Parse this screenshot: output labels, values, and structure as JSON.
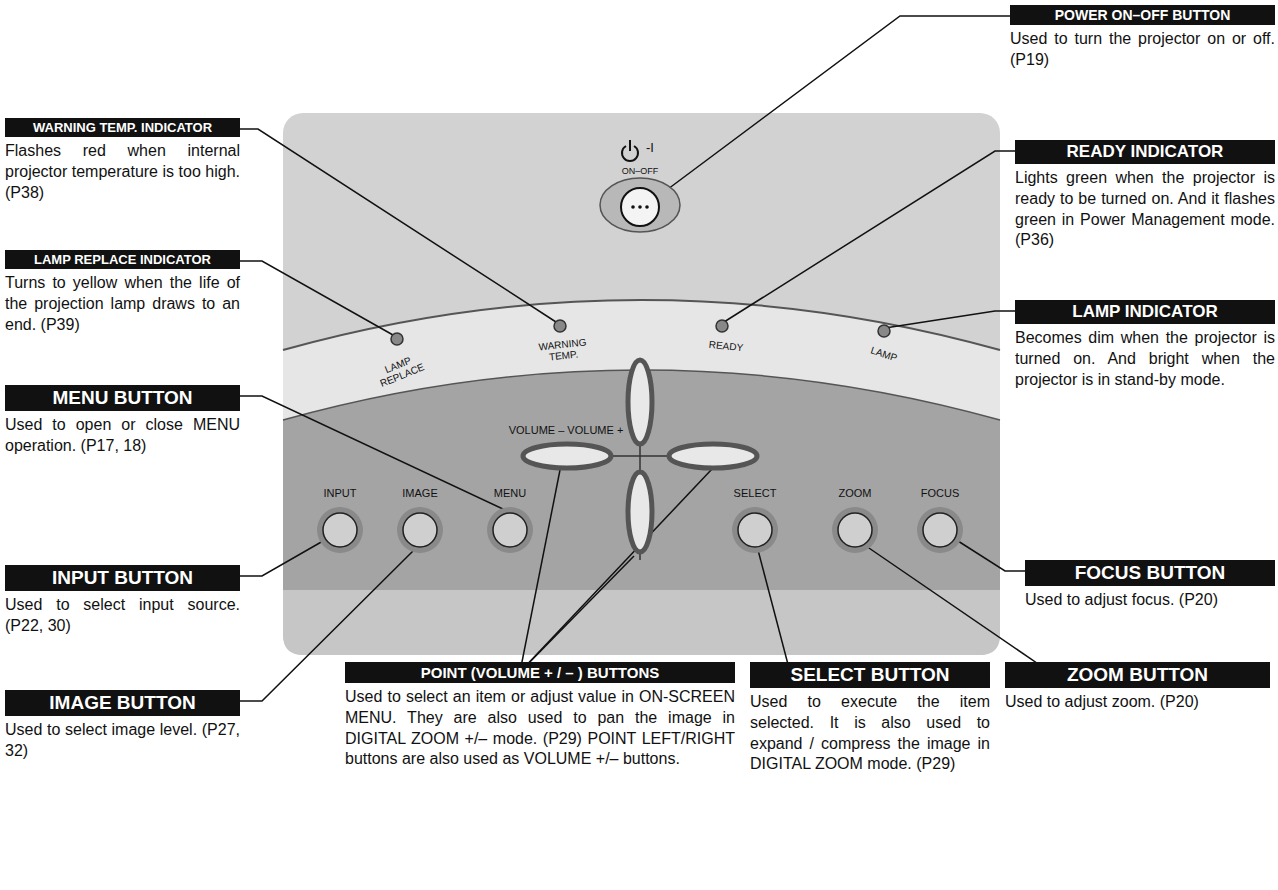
{
  "diagram": {
    "nodes": [
      {
        "text": [
          "POWER ON–OFF BUTTON",
          "Used to turn the projector on or off. (P19)"
        ]
      },
      {
        "text": [
          "WARNING TEMP. INDICATOR",
          "Flashes red when internal projector temperature is too high. (P38)"
        ]
      },
      {
        "text": [
          "READY INDICATOR",
          "Lights green when the projector is ready to be turned on. And it flashes green in Power Management mode. (P36)"
        ]
      },
      {
        "text": [
          "LAMP REPLACE INDICATOR",
          "Turns to yellow when the life of the projection lamp draws to an end. (P39)"
        ]
      },
      {
        "text": [
          "LAMP INDICATOR",
          "Becomes dim when the projector is turned on. And bright when the projector is in stand-by mode."
        ]
      },
      {
        "text": [
          "MENU BUTTON",
          "Used to open or close MENU operation. (P17, 18)"
        ]
      },
      {
        "text": [
          "FOCUS BUTTON",
          "Used to adjust focus. (P20)"
        ]
      },
      {
        "text": [
          "INPUT BUTTON",
          "Used to select input source. (P22, 30)"
        ]
      },
      {
        "text": [
          "POINT (VOLUME + / – ) BUTTONS",
          "Used to select an item or adjust value in ON-SCREEN MENU. They are also used to pan the image in DIGITAL ZOOM +/– mode. (P29) POINT LEFT/RIGHT buttons are also used as VOLUME +/– buttons."
        ]
      },
      {
        "text": [
          "SELECT BUTTON",
          "Used to execute the item selected. It is also used to expand / compress the image in DIGITAL ZOOM mode. (P29)"
        ]
      },
      {
        "text": [
          "ZOOM BUTTON",
          "Used to adjust zoom. (P20)"
        ]
      },
      {
        "text": [
          "IMAGE BUTTON",
          "Used to select image level. (P27, 32)"
        ]
      }
    ],
    "labels": [
      "-I",
      "ON–OFF",
      "LAMP REPLACE",
      "WARNING TEMP.",
      "READY",
      "LAMP",
      "VOLUME – VOLUME +",
      "INPUT",
      "IMAGE",
      "MENU",
      "SELECT",
      "ZOOM",
      "FOCUS"
    ]
  }
}
